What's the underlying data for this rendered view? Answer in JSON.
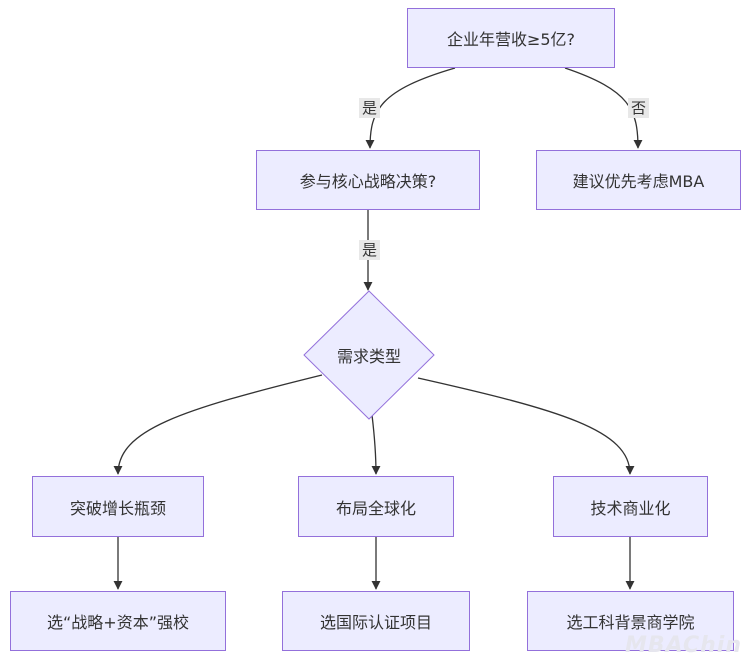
{
  "nodes": {
    "revenue": "企业年营收≥5亿?",
    "core_decision": "参与核心战略决策?",
    "suggest_mba": "建议优先考虑MBA",
    "need_type": "需求类型",
    "break_growth": "突破增长瓶颈",
    "globalize": "布局全球化",
    "tech_commercial": "技术商业化",
    "choose_strategy": "选“战略+资本”强校",
    "choose_international": "选国际认证项目",
    "choose_tech_school": "选工科背景商学院"
  },
  "edge_labels": {
    "yes1": "是",
    "no1": "否",
    "yes2": "是"
  },
  "watermark": "MBAChin",
  "colors": {
    "node_fill": "#ECECFF",
    "node_border": "#9370DB",
    "edge": "#333333",
    "label_bg": "#e8e8e8"
  }
}
